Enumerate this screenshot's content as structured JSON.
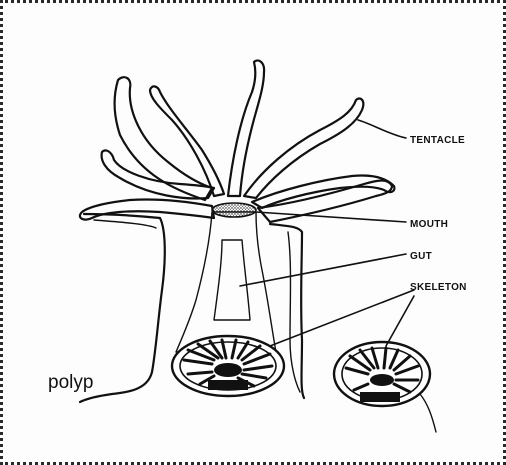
{
  "labels": {
    "tentacle": "TENTACLE",
    "mouth": "MOUTH",
    "gut": "GUT",
    "skeleton": "SKELETON",
    "polyp": "polyp"
  },
  "colors": {
    "ink": "#111111",
    "background": "#ffffff",
    "frame": "#2a2a2a"
  }
}
